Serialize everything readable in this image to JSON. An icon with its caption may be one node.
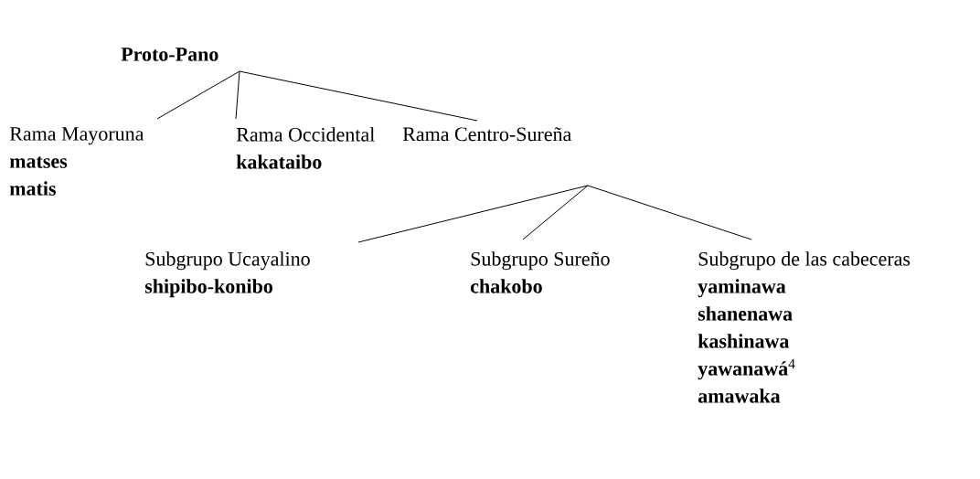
{
  "diagram": {
    "nodes": [
      {
        "text": [
          "**Proto-Pano**"
        ]
      },
      {
        "text": [
          "Rama Mayoruna",
          "**matses**",
          "**matis**"
        ]
      },
      {
        "text": [
          "Rama Occidental",
          "**kakataibo**"
        ]
      },
      {
        "text": [
          "Rama Centro-Sureña"
        ]
      },
      {
        "text": [
          "Subgrupo Ucayalino",
          "**shipibo-konibo**"
        ]
      },
      {
        "text": [
          "Subgrupo Sureño",
          "**chakobo**"
        ]
      },
      {
        "text": [
          "Subgrupo de las cabeceras",
          "**yaminawa**",
          "**shanenawa**",
          "**kashinawa**",
          "**yawanawá**$^{4}$",
          "**amawaka**"
        ]
      }
    ],
    "edges": [
      {
        "from": 0,
        "to": 1,
        "arrow": "none"
      },
      {
        "from": 0,
        "to": 2,
        "arrow": "none"
      },
      {
        "from": 0,
        "to": 3,
        "arrow": "none"
      },
      {
        "from": 3,
        "to": 4,
        "arrow": "none"
      },
      {
        "from": 3,
        "to": 5,
        "arrow": "none"
      },
      {
        "from": 3,
        "to": 6,
        "arrow": "none"
      }
    ]
  }
}
